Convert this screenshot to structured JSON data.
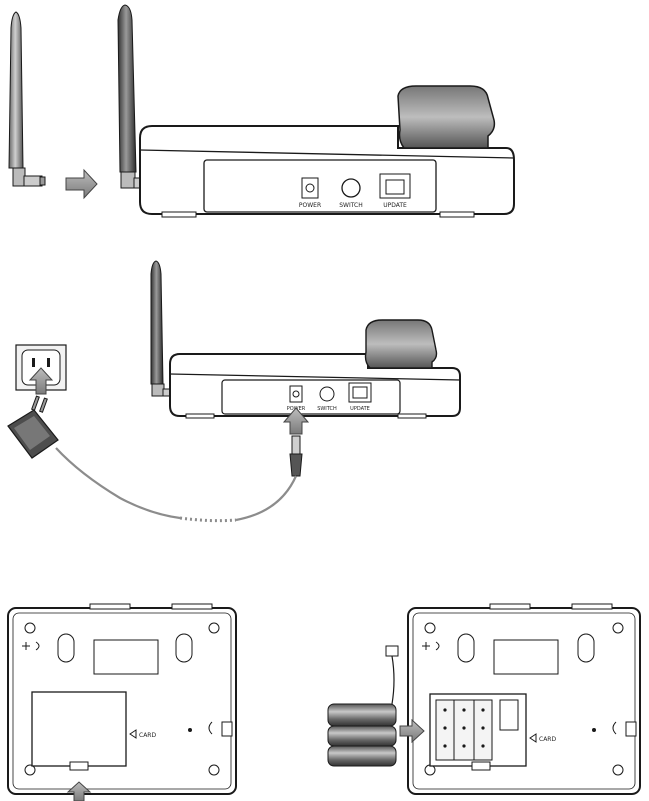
{
  "colors": {
    "ink": "#1a1a1a",
    "body_grey": "#d9d9d9",
    "dark_grey": "#4a4a4a",
    "arrow_grey": "#9a9a9a",
    "cable_grey": "#8c8c8c"
  },
  "icons": [
    "antenna-icon",
    "arrow-right-icon",
    "arrow-up-icon",
    "wall-socket-icon",
    "power-adapter-icon",
    "battery-pack-icon",
    "sim-card-icon"
  ],
  "step1": {
    "port_power": "POWER",
    "port_switch": "SWITCH",
    "port_update": "UPDATE"
  },
  "step2": {
    "port_power": "POWER",
    "port_switch": "SWITCH",
    "port_update": "UPDATE"
  },
  "step3": {
    "left_card_label": "CARD",
    "right_card_label": "CARD"
  }
}
